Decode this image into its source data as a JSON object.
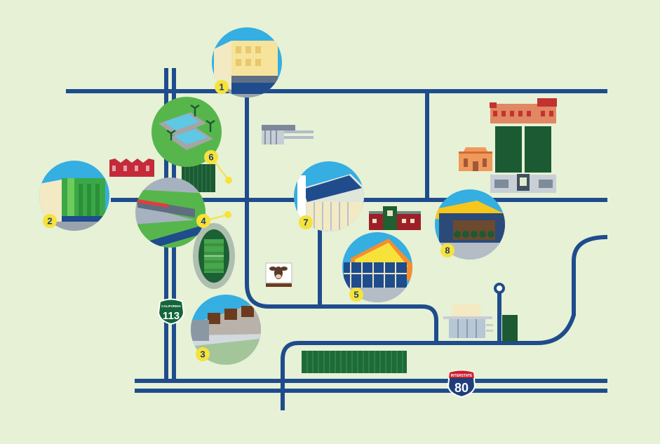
{
  "map": {
    "background": "#e6f1d6",
    "road_color": "#1f4c8c",
    "marker_color": "#f6e23a",
    "locations": [
      {
        "number": "1",
        "label": "1"
      },
      {
        "number": "2",
        "label": "2"
      },
      {
        "number": "3",
        "label": "3"
      },
      {
        "number": "4",
        "label": "4"
      },
      {
        "number": "5",
        "label": "5"
      },
      {
        "number": "6",
        "label": "6"
      },
      {
        "number": "7",
        "label": "7"
      },
      {
        "number": "8",
        "label": "8"
      }
    ],
    "highway_113": {
      "top_text": "CALIFORNIA",
      "number": "113",
      "icon": "state-route-shield-icon"
    },
    "interstate_80": {
      "top_text": "INTERSTATE",
      "number": "80",
      "icon": "interstate-shield-icon"
    }
  }
}
